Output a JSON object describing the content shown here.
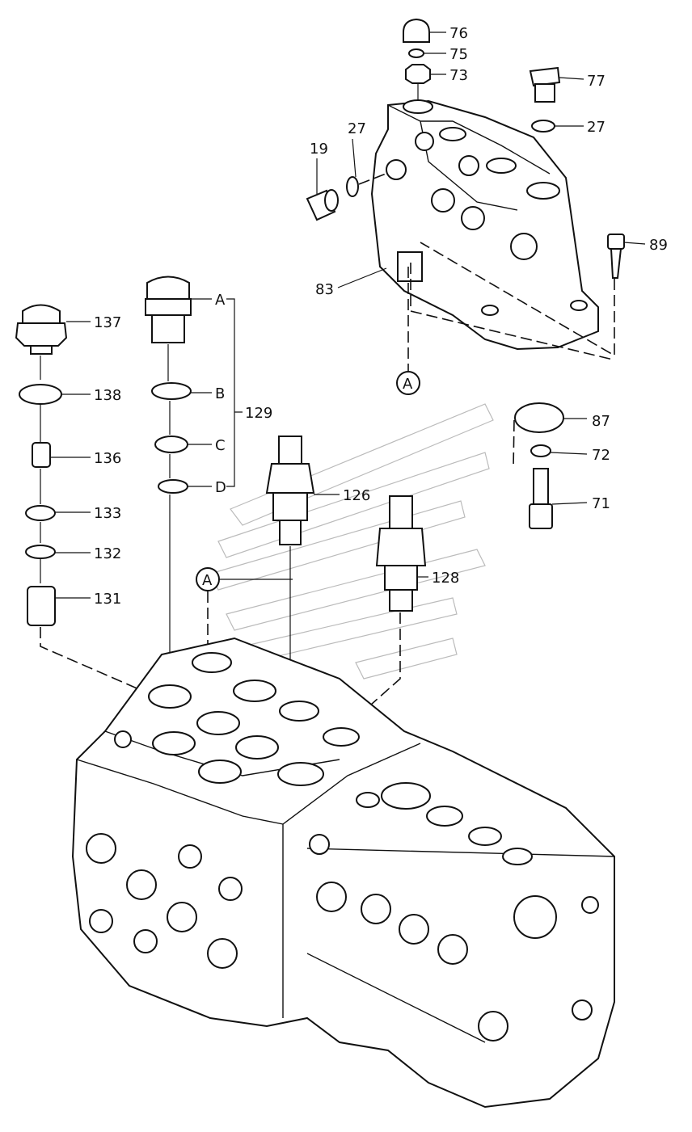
{
  "diagram": {
    "labels": {
      "p76": "76",
      "p75": "75",
      "p73": "73",
      "p77": "77",
      "p27a": "27",
      "p27b": "27",
      "p19": "19",
      "p89": "89",
      "p83": "83",
      "p87": "87",
      "p72": "72",
      "p71": "71",
      "p137": "137",
      "p138": "138",
      "p136": "136",
      "p133": "133",
      "p132": "132",
      "p131": "131",
      "pA": "A",
      "pB": "B",
      "pC": "C",
      "pD": "D",
      "p129": "129",
      "p126": "126",
      "p128": "128",
      "refA1": "A",
      "refA2": "A"
    }
  }
}
